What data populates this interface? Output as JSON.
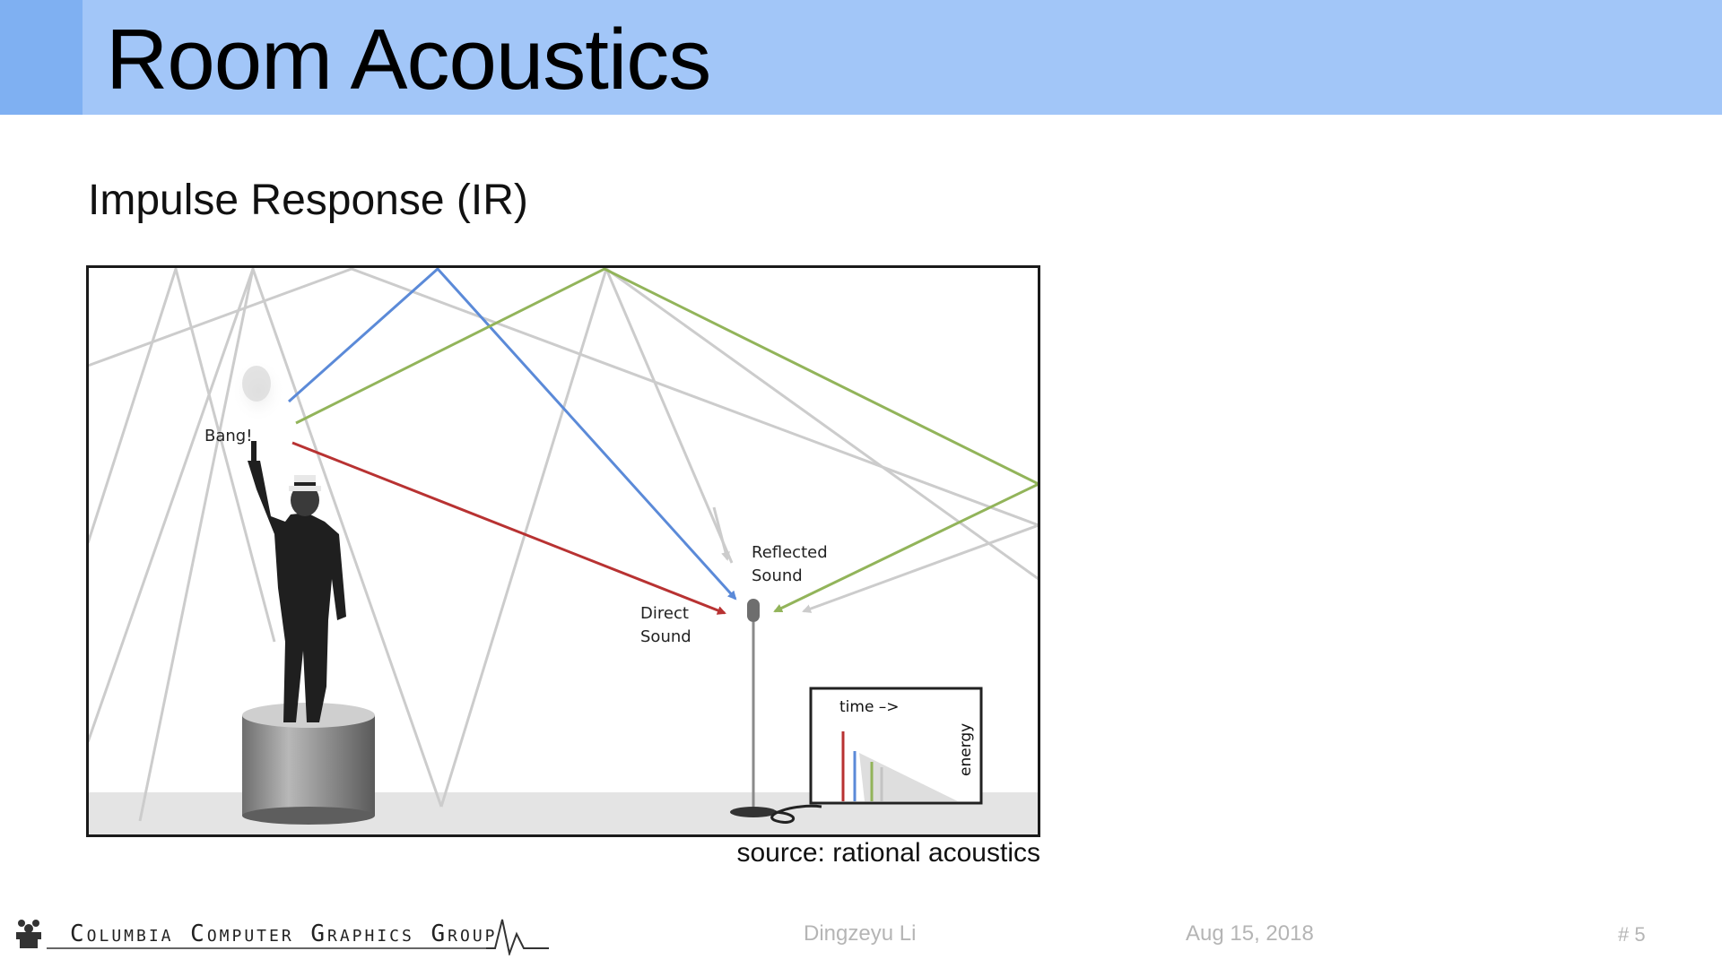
{
  "slide": {
    "title": "Room Acoustics",
    "subtitle": "Impulse Response (IR)"
  },
  "figure": {
    "labels": {
      "bang": "Bang!",
      "reflected_1": "Reflected",
      "reflected_2": "Sound",
      "direct_1": "Direct",
      "direct_2": "Sound",
      "time": "time –>",
      "energy": "energy"
    },
    "colors": {
      "direct": "#b83232",
      "blue_reflection": "#5b8ad8",
      "green_reflection": "#92b45a",
      "late_reflection": "#cccccc"
    },
    "source_caption": "source: rational acoustics"
  },
  "footer": {
    "logo_text": "Columbia Computer Graphics Group",
    "author": "Dingzeyu Li",
    "date": "Aug 15, 2018",
    "page": "# 5"
  }
}
